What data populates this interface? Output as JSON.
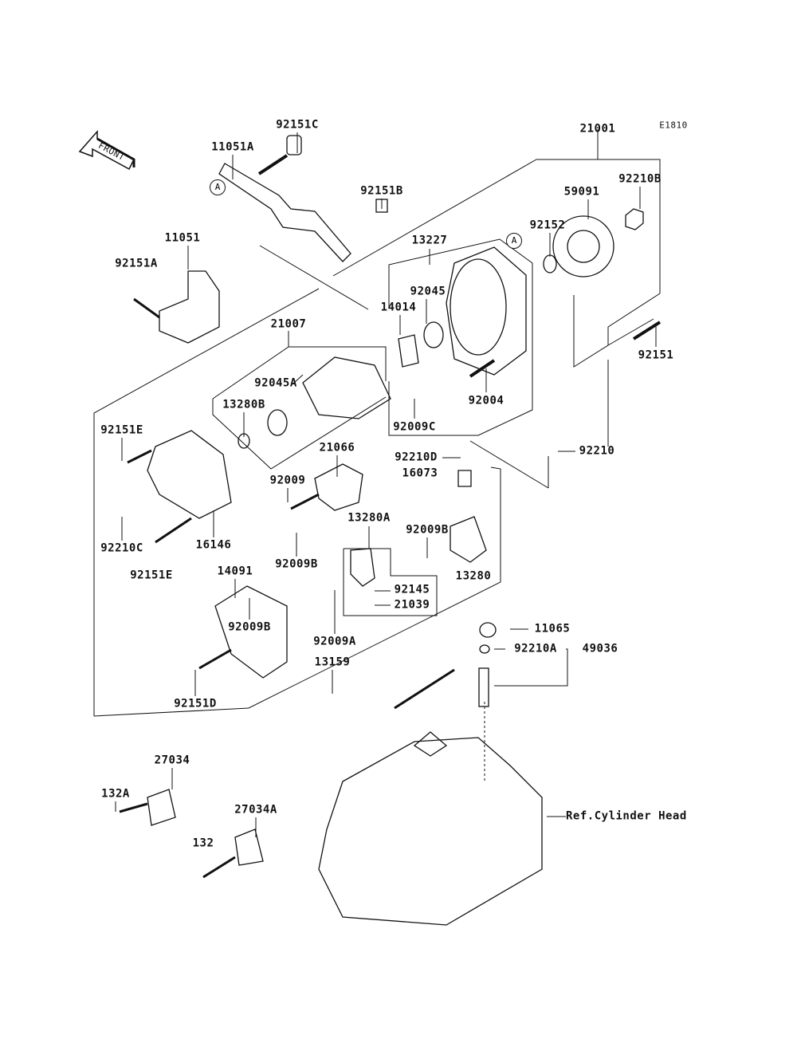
{
  "diagram_code": "E1810",
  "front_marker": "FRONT",
  "reference_marker": "A",
  "reference_note": "Ref.Cylinder Head",
  "parts": [
    {
      "id": "p1",
      "label": "92151C"
    },
    {
      "id": "p2",
      "label": "11051A"
    },
    {
      "id": "p3",
      "label": "92151B"
    },
    {
      "id": "p4",
      "label": "21001"
    },
    {
      "id": "p5",
      "label": "92210B"
    },
    {
      "id": "p6",
      "label": "59091"
    },
    {
      "id": "p7",
      "label": "92152"
    },
    {
      "id": "p8",
      "label": "13227"
    },
    {
      "id": "p9",
      "label": "11051"
    },
    {
      "id": "p10",
      "label": "92151A"
    },
    {
      "id": "p11",
      "label": "92045"
    },
    {
      "id": "p12",
      "label": "14014"
    },
    {
      "id": "p13",
      "label": "21007"
    },
    {
      "id": "p14",
      "label": "92151"
    },
    {
      "id": "p15",
      "label": "92045A"
    },
    {
      "id": "p16",
      "label": "13280B"
    },
    {
      "id": "p17",
      "label": "92004"
    },
    {
      "id": "p18",
      "label": "92009C"
    },
    {
      "id": "p19",
      "label": "92151E"
    },
    {
      "id": "p20",
      "label": "21066"
    },
    {
      "id": "p21",
      "label": "92210D"
    },
    {
      "id": "p22",
      "label": "16073"
    },
    {
      "id": "p23",
      "label": "92210"
    },
    {
      "id": "p24",
      "label": "92009"
    },
    {
      "id": "p25",
      "label": "13280A"
    },
    {
      "id": "p26",
      "label": "92009B"
    },
    {
      "id": "p27",
      "label": "92210C"
    },
    {
      "id": "p28",
      "label": "16146"
    },
    {
      "id": "p29",
      "label": "92009B"
    },
    {
      "id": "p30",
      "label": "92151E"
    },
    {
      "id": "p31",
      "label": "14091"
    },
    {
      "id": "p32",
      "label": "13280"
    },
    {
      "id": "p33",
      "label": "92145"
    },
    {
      "id": "p34",
      "label": "21039"
    },
    {
      "id": "p35",
      "label": "92009B"
    },
    {
      "id": "p36",
      "label": "92009A"
    },
    {
      "id": "p37",
      "label": "11065"
    },
    {
      "id": "p38",
      "label": "92210A"
    },
    {
      "id": "p39",
      "label": "49036"
    },
    {
      "id": "p40",
      "label": "13159"
    },
    {
      "id": "p41",
      "label": "92151D"
    },
    {
      "id": "p42",
      "label": "27034"
    },
    {
      "id": "p43",
      "label": "132A"
    },
    {
      "id": "p44",
      "label": "27034A"
    },
    {
      "id": "p45",
      "label": "132"
    }
  ]
}
